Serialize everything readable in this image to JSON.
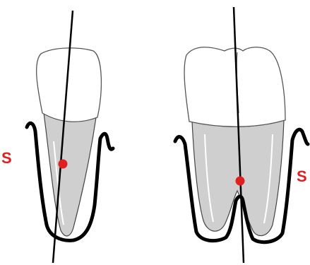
{
  "labels": {
    "left_tooth_marker": "S",
    "right_tooth_marker": "S"
  },
  "colors": {
    "marker": "#e02020",
    "outline": "#000000",
    "crown_fill": "#ffffff",
    "root_fill": "#cfcfcf"
  },
  "teeth": [
    {
      "name": "single-rooted-tooth"
    },
    {
      "name": "double-rooted-molar"
    }
  ]
}
